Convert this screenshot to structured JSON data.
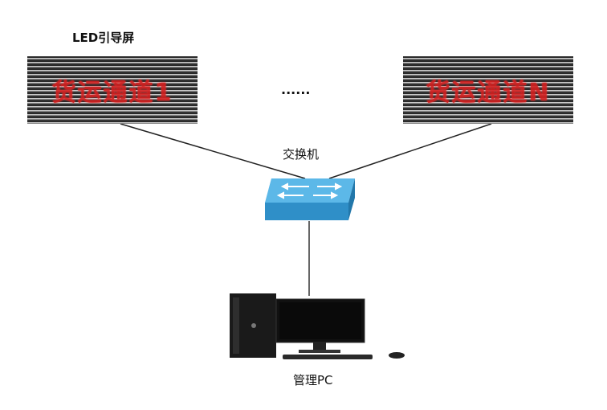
{
  "labels": {
    "led_screen": "LED引导屏",
    "switch": "交换机",
    "pc": "管理PC",
    "ellipsis": "......"
  },
  "led_screens": [
    {
      "text": "货运通道1"
    },
    {
      "text": "货运通道N"
    }
  ],
  "colors": {
    "led_text": "#d42020",
    "switch": "#3d9fd6"
  }
}
